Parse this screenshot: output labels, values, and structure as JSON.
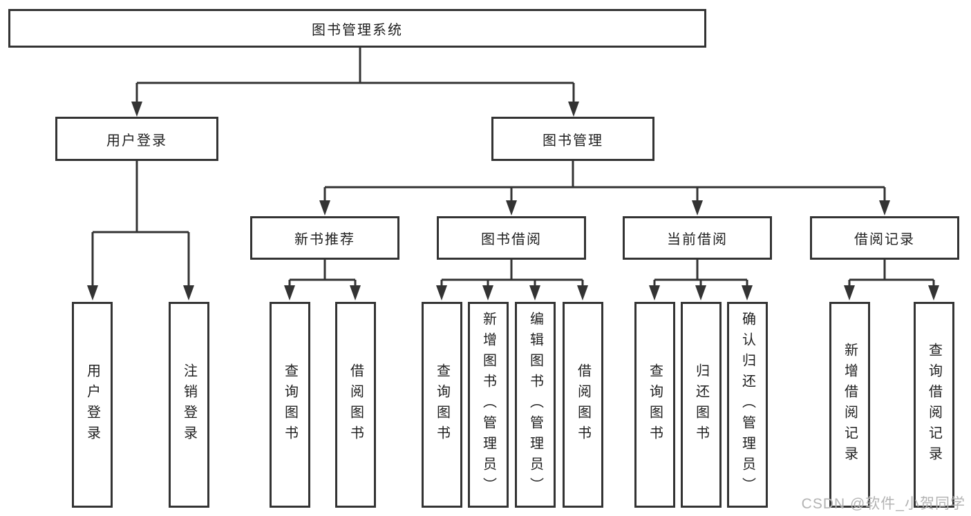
{
  "diagram": {
    "root": "图书管理系统",
    "user_login": {
      "label": "用户登录",
      "children": [
        "用户登录",
        "注销登录"
      ]
    },
    "book_management": {
      "label": "图书管理",
      "sections": {
        "new_book": {
          "label": "新书推荐",
          "children": [
            "查询图书",
            "借阅图书"
          ]
        },
        "borrow": {
          "label": "图书借阅",
          "children": [
            "查询图书",
            "新增图书（管理员）",
            "编辑图书（管理员）",
            "借阅图书"
          ]
        },
        "current": {
          "label": "当前借阅",
          "children": [
            "查询图书",
            "归还图书",
            "确认归还（管理员）"
          ]
        },
        "records": {
          "label": "借阅记录",
          "children": [
            "新增借阅记录",
            "查询借阅记录"
          ]
        }
      }
    }
  },
  "watermark": "CSDN @软件_小贺同学",
  "colors": {
    "line": "#333333",
    "text": "#1f1f1f",
    "watermark": "#b3b3b3",
    "background": "#ffffff"
  }
}
